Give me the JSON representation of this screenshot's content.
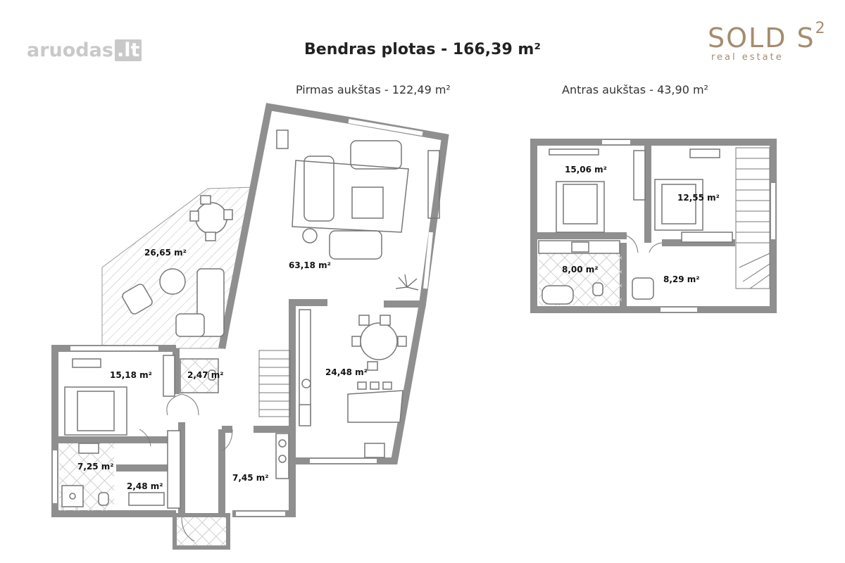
{
  "watermark": {
    "left": "aruodas",
    "box": ".lt"
  },
  "logo": {
    "main": "SOLD S",
    "sup": "2",
    "sub": "real estate"
  },
  "title": "Bendras plotas - 166,39 m²",
  "floors": [
    {
      "label": "Pirmas aukštas - 122,49 m²"
    },
    {
      "label": "Antras aukštas - 43,90 m²"
    }
  ],
  "rooms": [
    {
      "label": "26,65 m²"
    },
    {
      "label": "63,18 m²"
    },
    {
      "label": "24,48 m²"
    },
    {
      "label": "15,18 m²"
    },
    {
      "label": "2,47 m²"
    },
    {
      "label": "7,25 m²"
    },
    {
      "label": "2,48 m²"
    },
    {
      "label": "7,45 m²"
    },
    {
      "label": "15,06 m²"
    },
    {
      "label": "12,55 m²"
    },
    {
      "label": "8,00 m²"
    },
    {
      "label": "8,29 m²"
    }
  ],
  "colors": {
    "wall": "#8f8f8f",
    "furniture": "#777777",
    "brand": "#a48d6e",
    "watermark": "#c9c9c9"
  }
}
